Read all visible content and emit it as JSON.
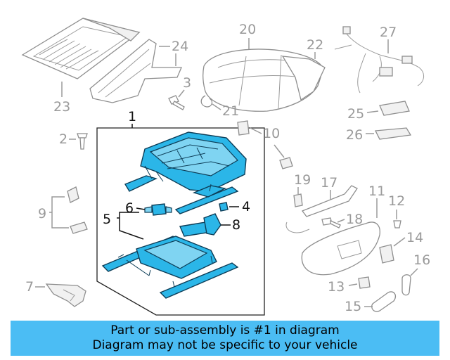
{
  "callouts": {
    "c1": "1",
    "c2": "2",
    "c3": "3",
    "c4": "4",
    "c5": "5",
    "c6": "6",
    "c7": "7",
    "c8": "8",
    "c9": "9",
    "c10": "10",
    "c11": "11",
    "c12": "12",
    "c13": "13",
    "c14": "14",
    "c15": "15",
    "c16": "16",
    "c17": "17",
    "c18": "18",
    "c19": "19",
    "c20": "20",
    "c21": "21",
    "c22": "22",
    "c23": "23",
    "c24": "24",
    "c25": "25",
    "c26": "26",
    "c27": "27"
  },
  "highlighted_part": "1",
  "colors": {
    "highlight_part": "#2bb6e8",
    "banner_background": "#4bbdf4",
    "inactive_callout": "#9a9a9a"
  },
  "banner": {
    "line1": "Part or sub-assembly is #1 in diagram",
    "line2": "Diagram may not be specific to your vehicle"
  }
}
